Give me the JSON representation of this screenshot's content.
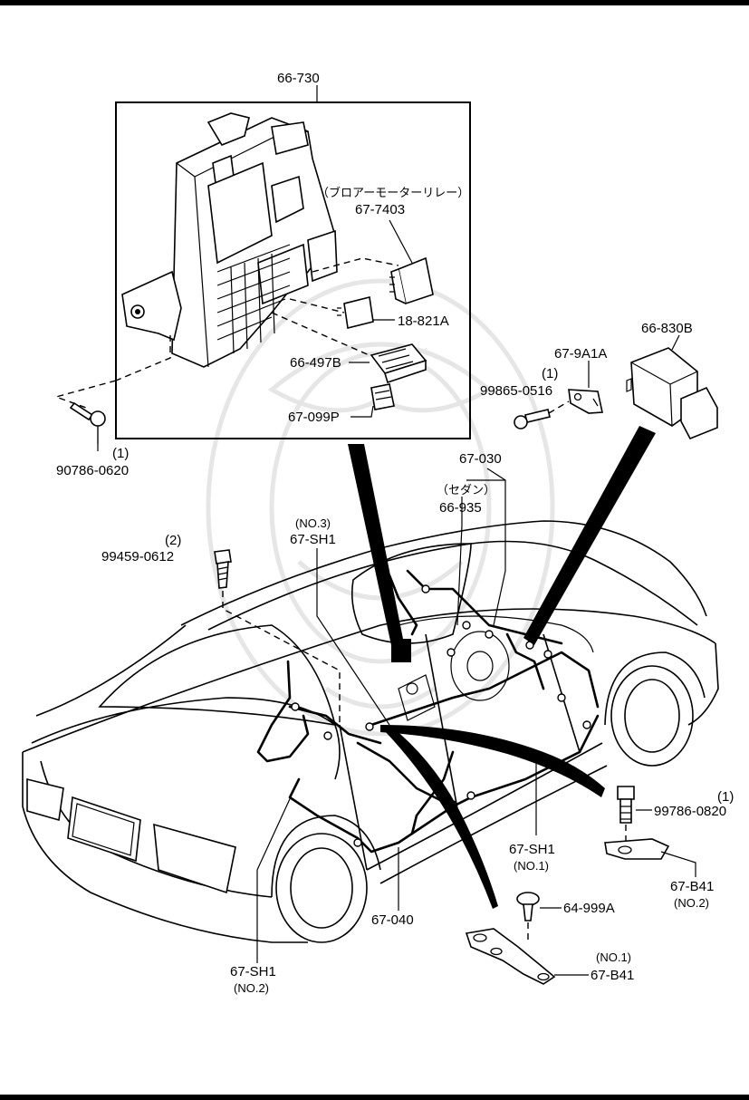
{
  "labels": {
    "fuse_box": "66-730",
    "blower_relay_note": "（ブロアーモーターリレー）",
    "blower_relay": "67-7403",
    "relay_18": "18-821A",
    "fuse_block": "66-497B",
    "connector_67": "67-099P",
    "screw_qty": "(1)",
    "screw": "90786-0620",
    "module": "66-830B",
    "bracket_9a": "67-9A1A",
    "bolt_qty_a": "(1)",
    "bolt_a": "99865-0516",
    "harness_030": "67-030",
    "sedan_note": "（セダン）",
    "harness_935": "66-935",
    "sh1_no3_note": "(NO.3)",
    "sh1_no3": "67-SH1",
    "bolt_qty_b": "(2)",
    "bolt_b": "99459-0612",
    "sh1_no1": "67-SH1",
    "sh1_no1_note": "(NO.1)",
    "bolt_qty_c": "(1)",
    "bolt_c": "99786-0820",
    "b41_no2": "67-B41",
    "b41_no2_note": "(NO.2)",
    "harness_040": "67-040",
    "clip": "64-999A",
    "b41_no1_note": "(NO.1)",
    "b41_no1": "67-B41",
    "sh1_no2": "67-SH1",
    "sh1_no2_note": "(NO.2)"
  }
}
